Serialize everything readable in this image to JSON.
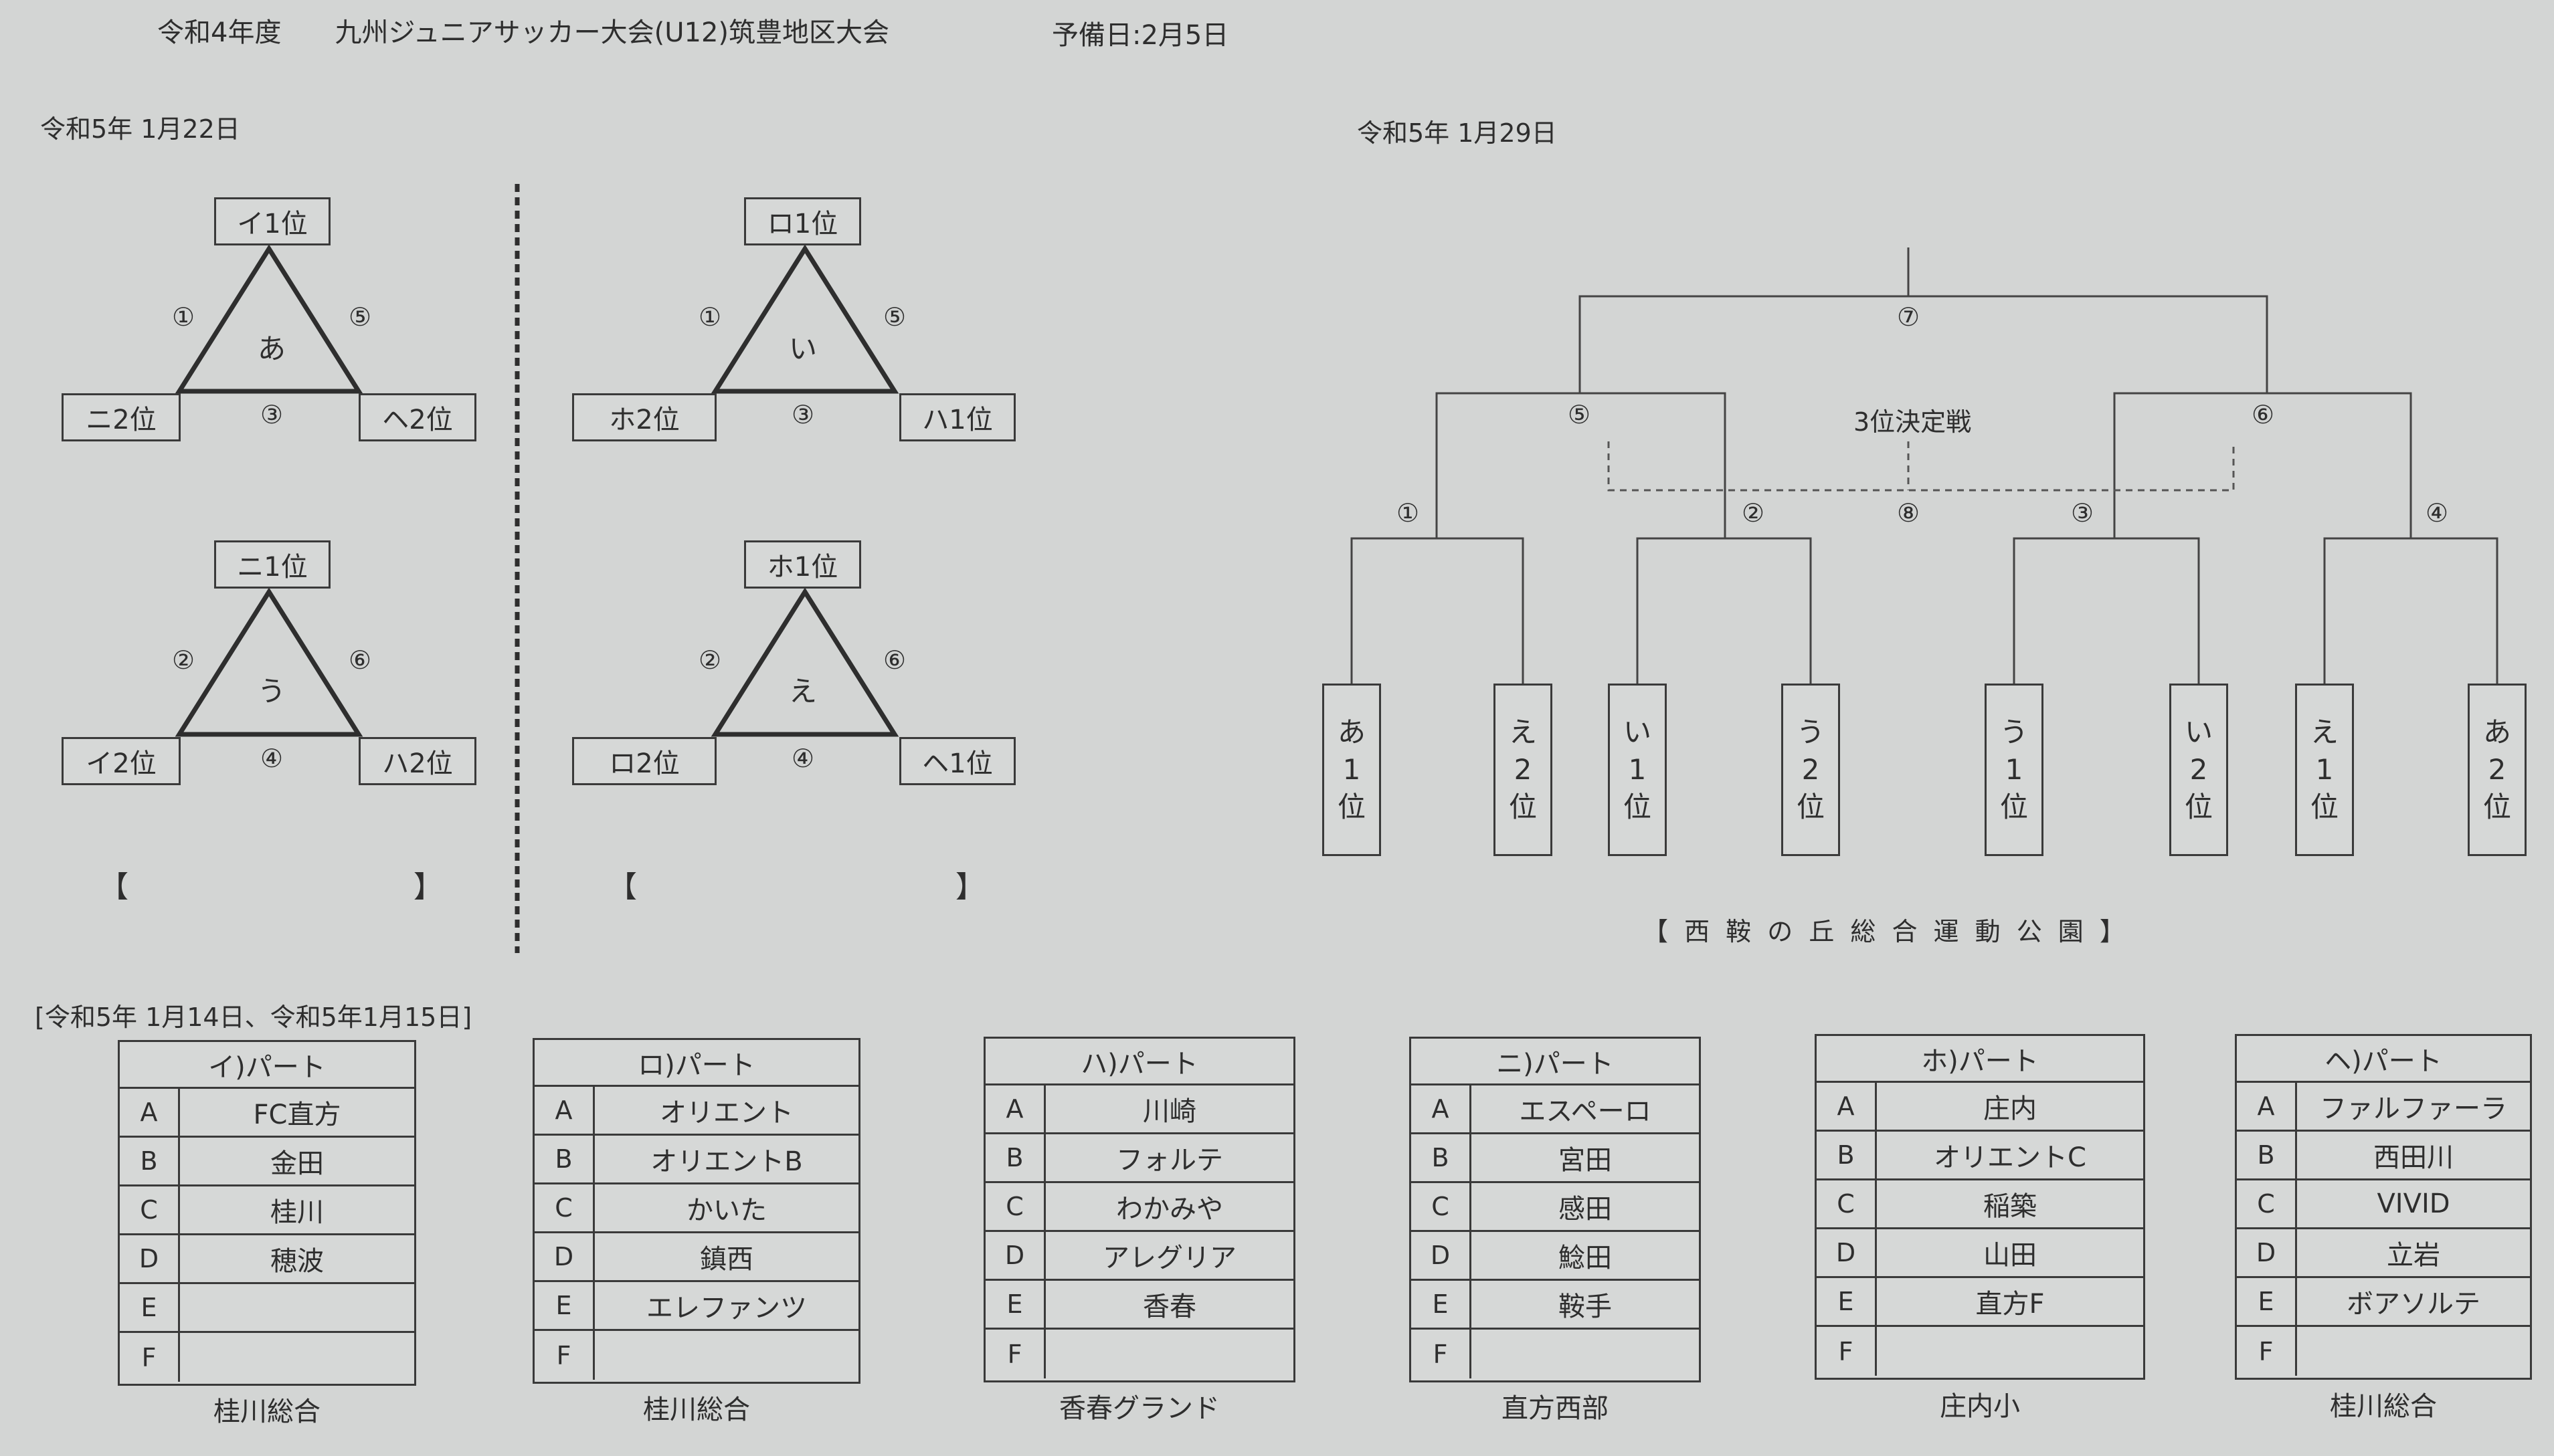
{
  "header": {
    "title": "令和4年度　　九州ジュニアサッカー大会(U12)筑豊地区大会",
    "reserve": "予備日:2月5日"
  },
  "day1_label": "令和5年 1月22日",
  "day2_label": "令和5年 1月29日",
  "groups_date_label": "[令和5年 1月14日、令和5年1月15日]",
  "triangles": [
    {
      "top": "イ1位",
      "left": "ニ2位",
      "right": "ヘ2位",
      "center": "あ",
      "m_left": "①",
      "m_right": "⑤",
      "m_bottom": "③"
    },
    {
      "top": "ロ1位",
      "left": "ホ2位",
      "right": "ハ1位",
      "center": "い",
      "m_left": "①",
      "m_right": "⑤",
      "m_bottom": "③"
    },
    {
      "top": "ニ1位",
      "left": "イ2位",
      "right": "ハ2位",
      "center": "う",
      "m_left": "②",
      "m_right": "⑥",
      "m_bottom": "④"
    },
    {
      "top": "ホ1位",
      "left": "ロ2位",
      "right": "ヘ1位",
      "center": "え",
      "m_left": "②",
      "m_right": "⑥",
      "m_bottom": "④"
    }
  ],
  "brackets_left": [
    "【",
    "】",
    "【",
    "】"
  ],
  "bracket": {
    "final": "⑦",
    "semi_left": "⑤",
    "semi_right": "⑥",
    "third_place_label": "3位決定戦",
    "third_place_match": "⑧",
    "qf": [
      "①",
      "②",
      "③",
      "④"
    ],
    "entries": [
      [
        "あ",
        "1",
        "位"
      ],
      [
        "え",
        "2",
        "位"
      ],
      [
        "い",
        "1",
        "位"
      ],
      [
        "う",
        "2",
        "位"
      ],
      [
        "う",
        "1",
        "位"
      ],
      [
        "い",
        "2",
        "位"
      ],
      [
        "え",
        "1",
        "位"
      ],
      [
        "あ",
        "2",
        "位"
      ]
    ],
    "venue": "【 西 鞍 の 丘 総 合 運 動 公 園 】"
  },
  "groups": [
    {
      "title": "イ)パート",
      "venue": "桂川総合",
      "rows": [
        [
          "A",
          "FC直方"
        ],
        [
          "B",
          "金田"
        ],
        [
          "C",
          "桂川"
        ],
        [
          "D",
          "穂波"
        ],
        [
          "E",
          ""
        ],
        [
          "F",
          ""
        ]
      ]
    },
    {
      "title": "ロ)パート",
      "venue": "桂川総合",
      "rows": [
        [
          "A",
          "オリエント"
        ],
        [
          "B",
          "オリエントB"
        ],
        [
          "C",
          "かいた"
        ],
        [
          "D",
          "鎮西"
        ],
        [
          "E",
          "エレファンツ"
        ],
        [
          "F",
          ""
        ]
      ]
    },
    {
      "title": "ハ)パート",
      "venue": "香春グランド",
      "rows": [
        [
          "A",
          "川崎"
        ],
        [
          "B",
          "フォルテ"
        ],
        [
          "C",
          "わかみや"
        ],
        [
          "D",
          "アレグリア"
        ],
        [
          "E",
          "香春"
        ],
        [
          "F",
          ""
        ]
      ]
    },
    {
      "title": "ニ)パート",
      "venue": "直方西部",
      "rows": [
        [
          "A",
          "エスペーロ"
        ],
        [
          "B",
          "宮田"
        ],
        [
          "C",
          "感田"
        ],
        [
          "D",
          "鯰田"
        ],
        [
          "E",
          "鞍手"
        ],
        [
          "F",
          ""
        ]
      ]
    },
    {
      "title": "ホ)パート",
      "venue": "庄内小",
      "rows": [
        [
          "A",
          "庄内"
        ],
        [
          "B",
          "オリエントC"
        ],
        [
          "C",
          "稲築"
        ],
        [
          "D",
          "山田"
        ],
        [
          "E",
          "直方F"
        ],
        [
          "F",
          ""
        ]
      ]
    },
    {
      "title": "ヘ)パート",
      "venue": "桂川総合",
      "rows": [
        [
          "A",
          "ファルファーラ"
        ],
        [
          "B",
          "西田川"
        ],
        [
          "C",
          "VIVID"
        ],
        [
          "D",
          "立岩"
        ],
        [
          "E",
          "ボアソルテ"
        ],
        [
          "F",
          ""
        ]
      ]
    }
  ]
}
